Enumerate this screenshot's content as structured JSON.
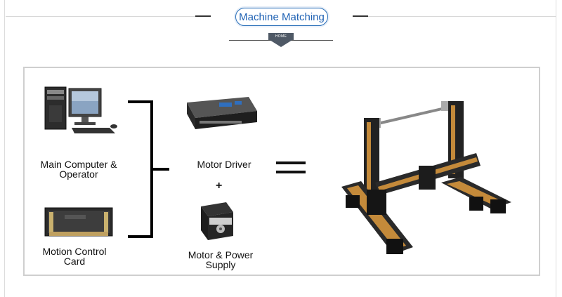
{
  "header": {
    "title": "Machine Matching",
    "tag": "HOME"
  },
  "diagram": {
    "computer_label": "Main Computer & Operator",
    "motion_card_label": "Motion Control Card",
    "driver_label": "Motor Driver",
    "plus_sign": "+",
    "motor_label": "Motor & Power Supply",
    "equals_sign": "="
  }
}
